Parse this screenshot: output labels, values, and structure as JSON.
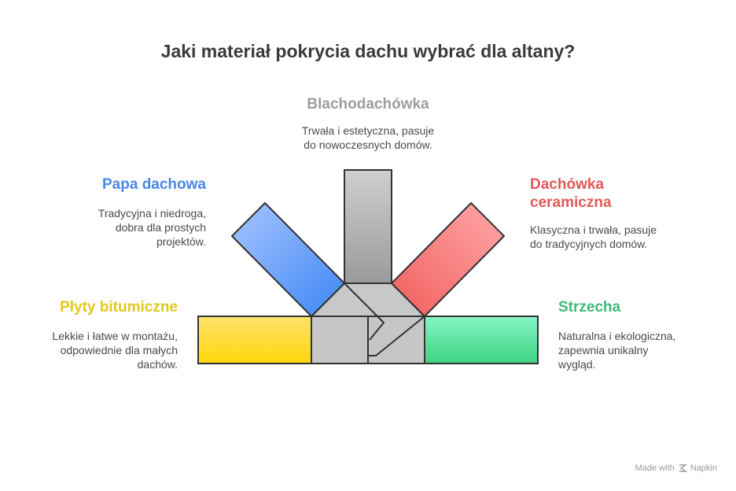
{
  "title": "Jaki materiał pokrycia dachu wybrać dla altany?",
  "items": {
    "blachodachowka": {
      "heading": "Blachodachówka",
      "description_lines": [
        "Trwała i estetyczna, pasuje",
        "do nowoczesnych domów."
      ],
      "color": "#9e9e9e"
    },
    "papa": {
      "heading": "Papa dachowa",
      "description_lines": [
        "Tradycyjna i niedroga,",
        "dobra dla prostych",
        "projektów."
      ],
      "color": "#4a86e8"
    },
    "dachowka": {
      "heading_lines": [
        "Dachówka",
        "ceramiczna"
      ],
      "description_lines": [
        "Klasyczna i trwała, pasuje",
        "do tradycyjnych domów."
      ],
      "color": "#e05a57"
    },
    "plyty": {
      "heading": "Płyty bitumiczne",
      "description_lines": [
        "Lekkie i łatwe w montażu,",
        "odpowiednie dla małych",
        "dachów."
      ],
      "color": "#e3c81c"
    },
    "strzecha": {
      "heading": "Strzecha",
      "description_lines": [
        "Naturalna i ekologiczna,",
        "zapewnia unikalny",
        "wygląd."
      ],
      "color": "#3dbb7a"
    }
  },
  "footer": {
    "made_with": "Made with",
    "brand": "Napkin"
  }
}
